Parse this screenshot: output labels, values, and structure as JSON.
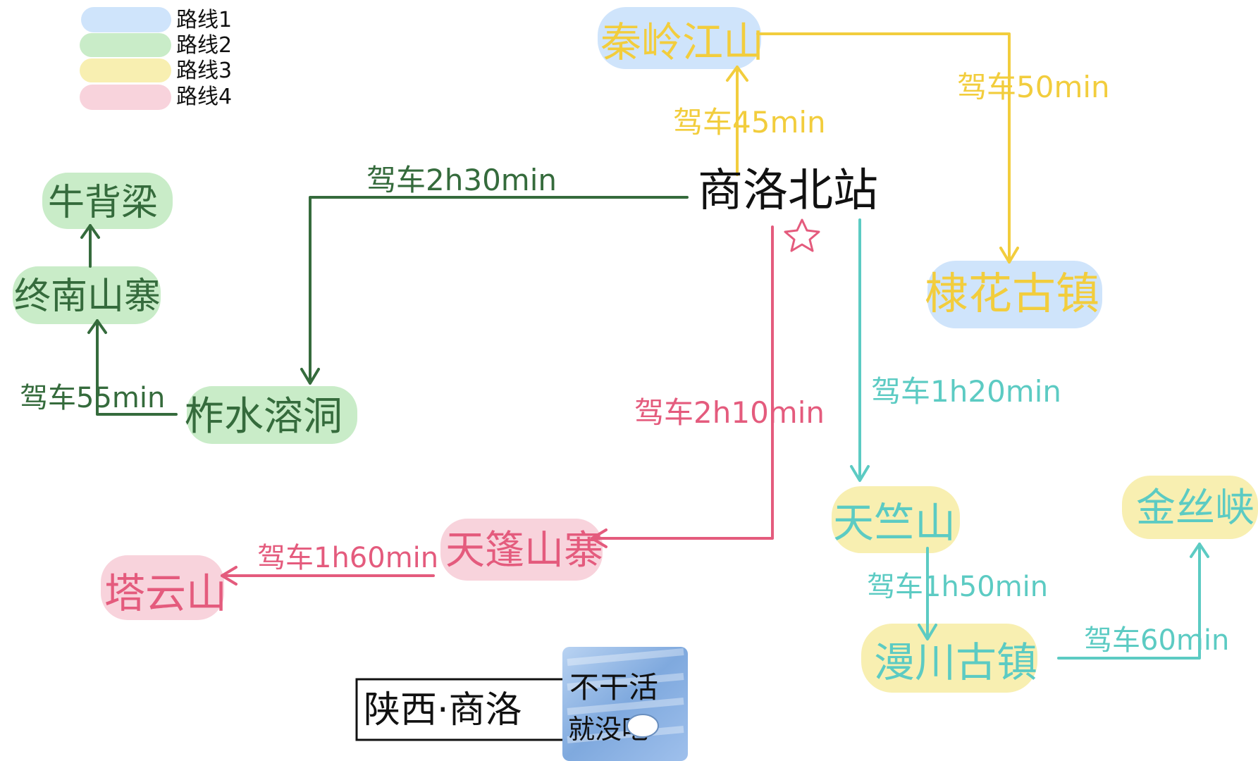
{
  "legend": [
    {
      "label": "路线1",
      "color": "#cfe4fb"
    },
    {
      "label": "路线2",
      "color": "#c9ecc8"
    },
    {
      "label": "路线3",
      "color": "#f8efb1"
    },
    {
      "label": "路线4",
      "color": "#f8d3dc"
    }
  ],
  "colors": {
    "route1_hl": "#cfe4fb",
    "route2_hl": "#c9ecc8",
    "route3_hl": "#f8efb1",
    "route4_hl": "#f8d3dc",
    "dark_green": "#356b3c",
    "yellow": "#f2cd3d",
    "pink": "#e45b7d",
    "teal": "#5ccbc3",
    "black": "#111111"
  },
  "origin": {
    "label": "商洛北站",
    "marker": "star-icon"
  },
  "places": {
    "qinling": "秦岭江山",
    "jiangcha": "棣花古镇",
    "zhashui": "柞水溶洞",
    "zhongnan": "终南山寨",
    "niubeiliang": "牛背梁",
    "tiantangshanzhai": "天篷山寨",
    "tayunshan": "塔云山",
    "tianzhushan": "天竺山",
    "manchuan": "漫川古镇",
    "jinsixia": "金丝峡"
  },
  "routes": {
    "to_qinling": "驾车45min",
    "to_jiangcha": "驾车50min",
    "to_zhashui": "驾车2h30min",
    "to_zhongnan": "驾车55min",
    "to_tiantang": "驾车2h10min",
    "to_tayun": "驾车1h60min",
    "to_tianzhu": "驾车1h20min",
    "to_manchuan": "驾车1h50min",
    "to_jinsixia": "驾车60min"
  },
  "badge": {
    "title": "陕西·商洛",
    "line1": "不干活",
    "line2": "就没吃"
  }
}
